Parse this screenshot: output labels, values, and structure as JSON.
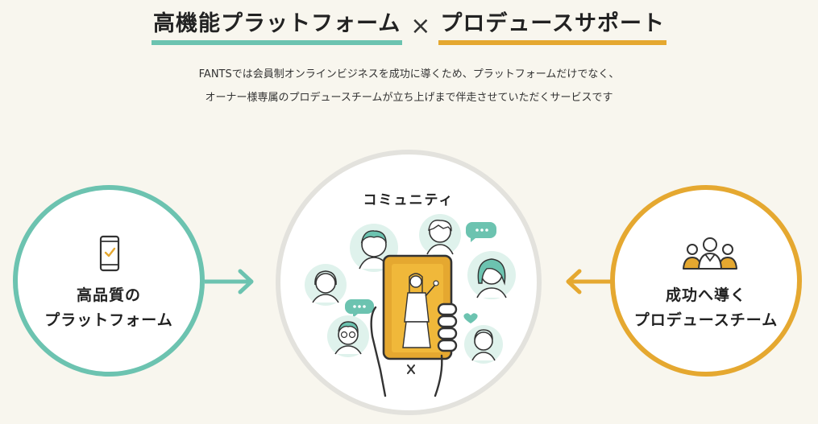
{
  "headline": {
    "left": "高機能プラットフォーム",
    "separator": "×",
    "right": "プロデュースサポート"
  },
  "description": {
    "line1": "FANTSでは会員制オンラインビジネスを成功に導くため、プラットフォームだけでなく、",
    "line2": "オーナー様専属のプロデュースチームが立ち上げまで伴走させていただくサービスです"
  },
  "circles": {
    "left": {
      "line1": "高品質の",
      "line2": "プラットフォーム",
      "icon": "smartphone-check-icon"
    },
    "center": {
      "title": "コミュニティ",
      "icon": "community-illustration"
    },
    "right": {
      "line1": "成功へ導く",
      "line2": "プロデュースチーム",
      "icon": "team-icon"
    }
  },
  "colors": {
    "teal": "#6cc3b0",
    "orange": "#e5a830",
    "gray_ring": "#e3e2dd",
    "background": "#f8f6ee"
  }
}
